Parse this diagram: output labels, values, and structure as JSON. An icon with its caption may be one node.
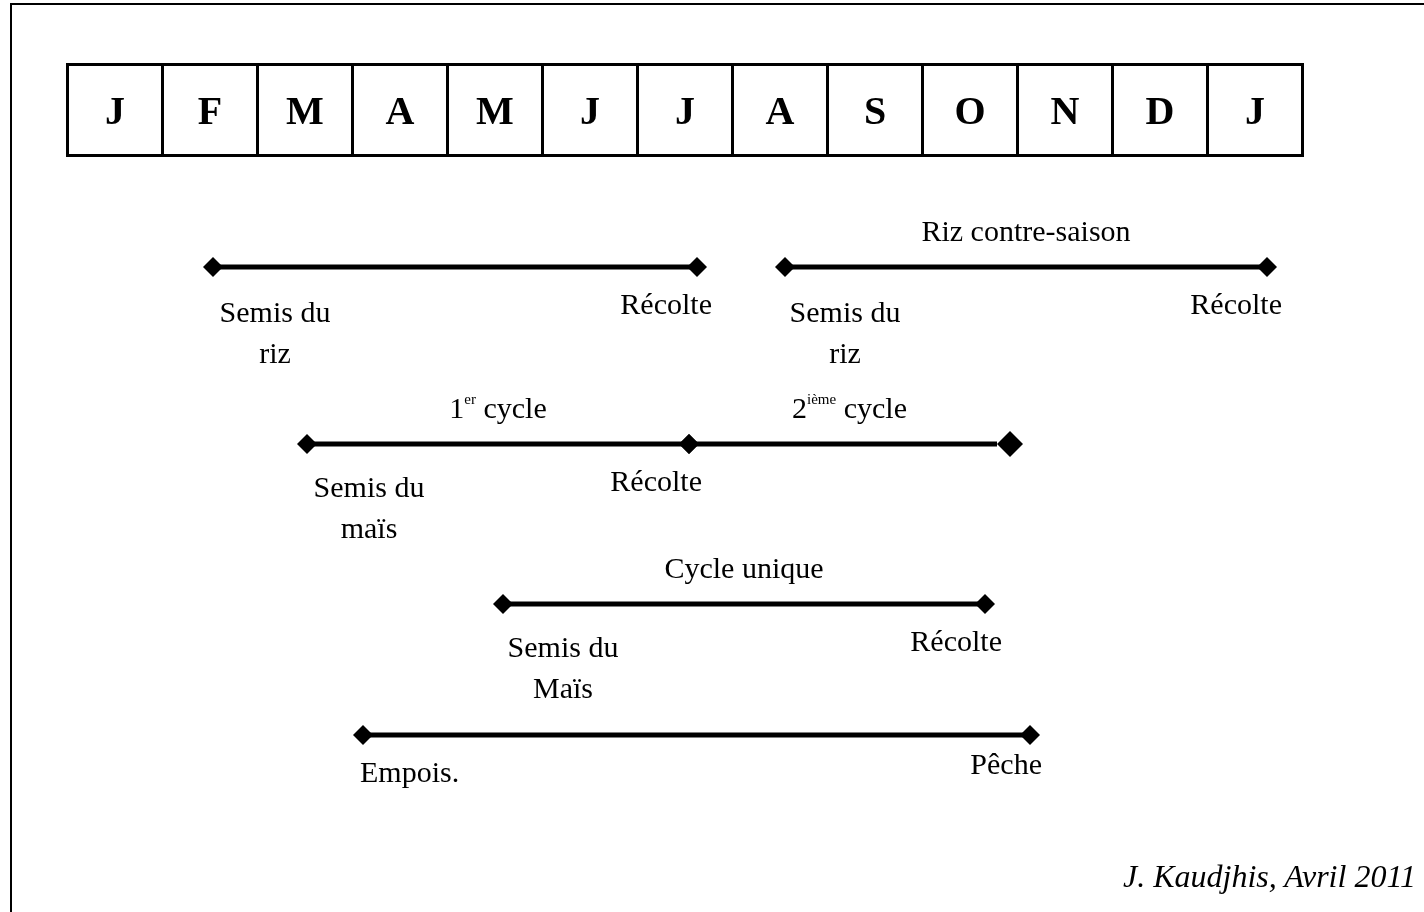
{
  "diagram": {
    "nodes": [
      {
        "text": [
          "Semis du riz"
        ]
      },
      {
        "text": [
          "Récolte"
        ]
      },
      {
        "text": [
          "Semis du riz"
        ]
      },
      {
        "text": [
          "Récolte"
        ]
      },
      {
        "text": [
          "Semis du maïs"
        ]
      },
      {
        "text": [
          "Récolte"
        ]
      },
      {
        "text": [],
        "shape": "diamond"
      },
      {
        "text": [
          "Semis du Maïs"
        ]
      },
      {
        "text": [
          "Récolte"
        ]
      },
      {
        "text": [
          "Empois."
        ]
      },
      {
        "text": [
          "Pêche"
        ]
      }
    ],
    "edges": [
      {
        "from": 0,
        "to": 1,
        "arrow": "other"
      },
      {
        "from": 2,
        "to": 3,
        "arrow": "other",
        "label": "Riz contre-saison"
      },
      {
        "from": 4,
        "to": 5,
        "arrow": "other",
        "label": "1$^{er}$ cycle"
      },
      {
        "from": 5,
        "to": 6,
        "arrow": "other",
        "label": "2$^{ième}$ cycle"
      },
      {
        "from": 7,
        "to": 8,
        "arrow": "other",
        "label": "Cycle unique"
      },
      {
        "from": 9,
        "to": 10,
        "arrow": "other"
      }
    ],
    "labels": [
      "J",
      "F",
      "M",
      "A",
      "M",
      "J",
      "J",
      "A",
      "S",
      "O",
      "N",
      "D",
      "J",
      "J. Kaudjhis, Avril 2011"
    ]
  }
}
